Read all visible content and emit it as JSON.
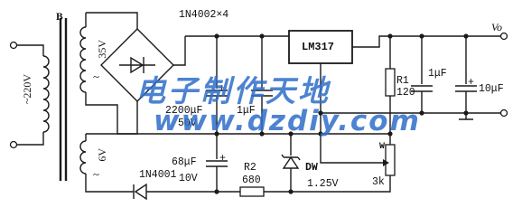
{
  "transformer": {
    "label": "B",
    "primary": "~220V",
    "secondary_high": "35V",
    "secondary_low": "6V",
    "tilde": "~"
  },
  "bridge": {
    "label": "1N4002×4"
  },
  "regulator": {
    "label": "LM317"
  },
  "capacitors": {
    "c_main": {
      "value": "2200μF",
      "voltage": "50V",
      "polarity": "+"
    },
    "c_mid": {
      "value": "1μF"
    },
    "c_out_a": {
      "value": "1μF"
    },
    "c_out_b": {
      "value": "10μF",
      "polarity": "+"
    },
    "c_low": {
      "value": "68μF",
      "voltage": "10V",
      "polarity": "+"
    }
  },
  "resistors": {
    "r1": {
      "name": "R1",
      "value": "120"
    },
    "r2": {
      "name": "R2",
      "value": "680"
    },
    "pot": {
      "name": "W",
      "value": "3k"
    }
  },
  "diodes": {
    "d_rect": {
      "label": "1N4001"
    },
    "zener": {
      "name": "DW",
      "value": "1.25V"
    }
  },
  "output": {
    "label": "Vo"
  },
  "watermark": {
    "line1": "电子制作天地",
    "line2": "www.dzdiy.com"
  }
}
